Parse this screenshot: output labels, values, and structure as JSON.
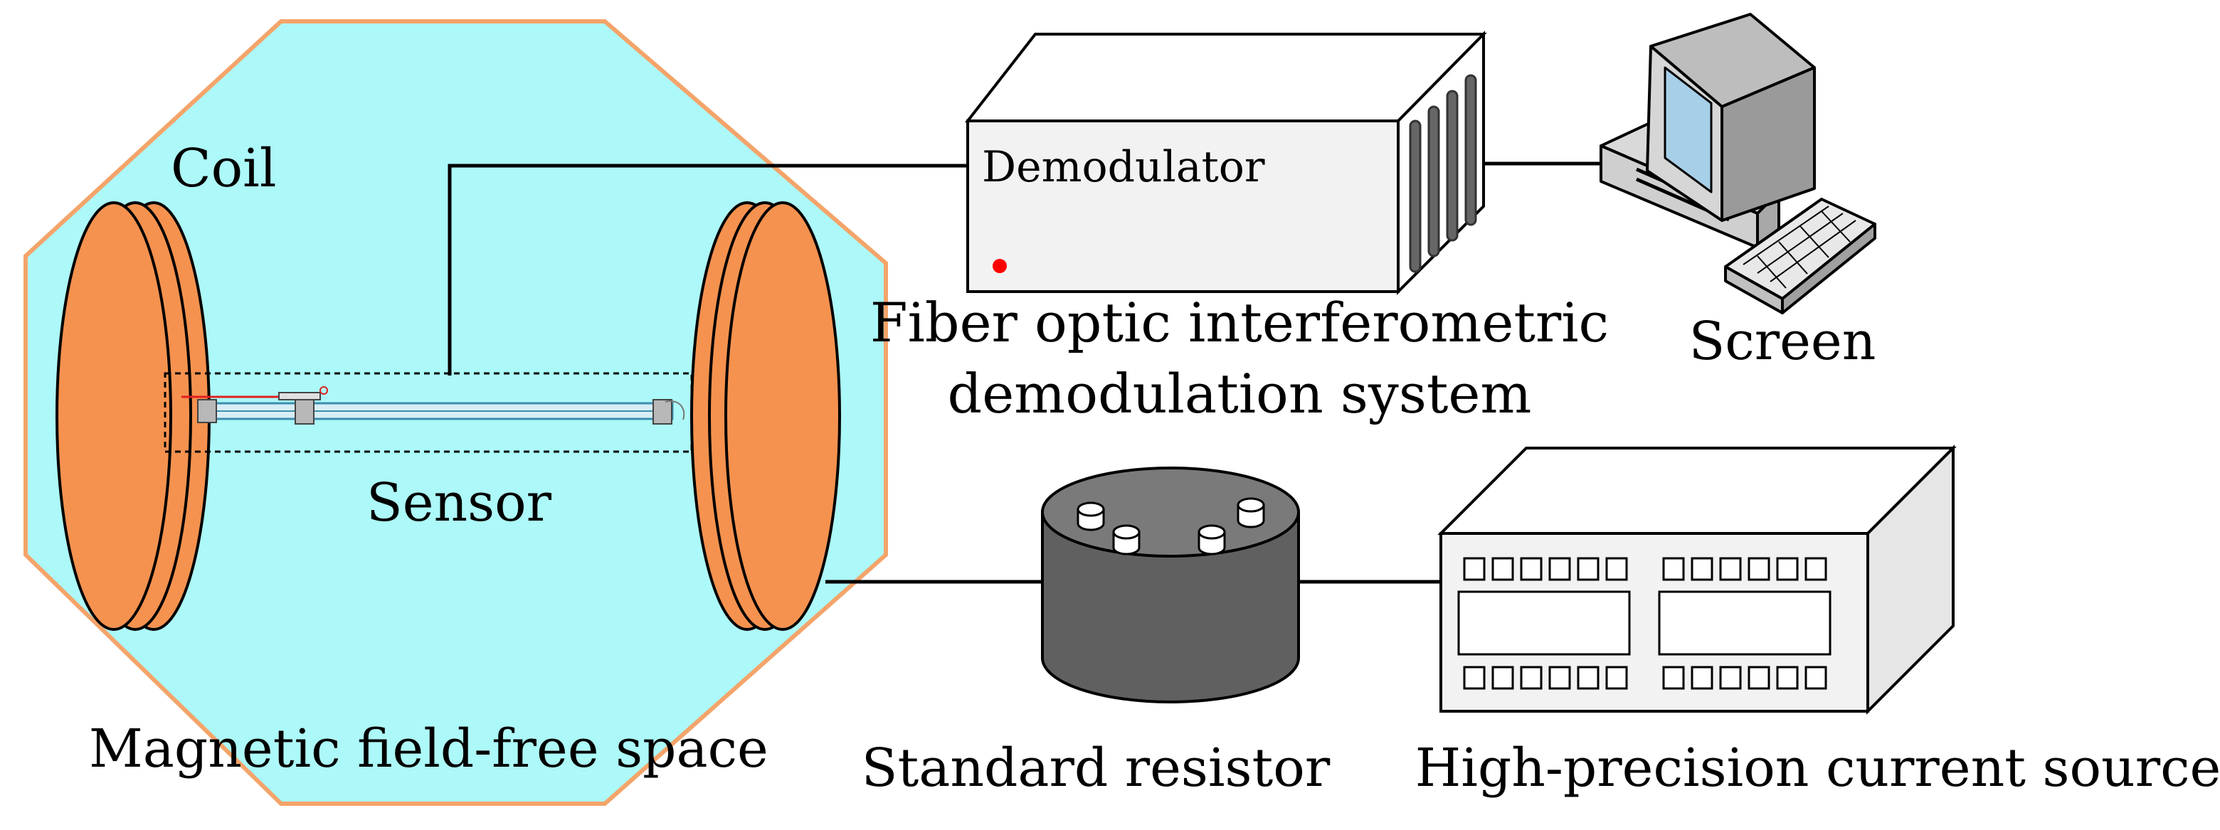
{
  "labels": {
    "coil": "Coil",
    "sensor": "Sensor",
    "magnetic_space": "Magnetic field-free space",
    "demodulator": "Demodulator",
    "demod_system_line1": "Fiber optic interferometric",
    "demod_system_line2": "demodulation system",
    "screen": "Screen",
    "standard_resistor": "Standard resistor",
    "current_source": "High-precision current source"
  },
  "colors": {
    "space_fill": "#adf8f8",
    "space_border": "#f4a46a",
    "coil_fill": "#f5924f",
    "indicator_led": "#ff0000",
    "resistor_body": "#606060"
  }
}
